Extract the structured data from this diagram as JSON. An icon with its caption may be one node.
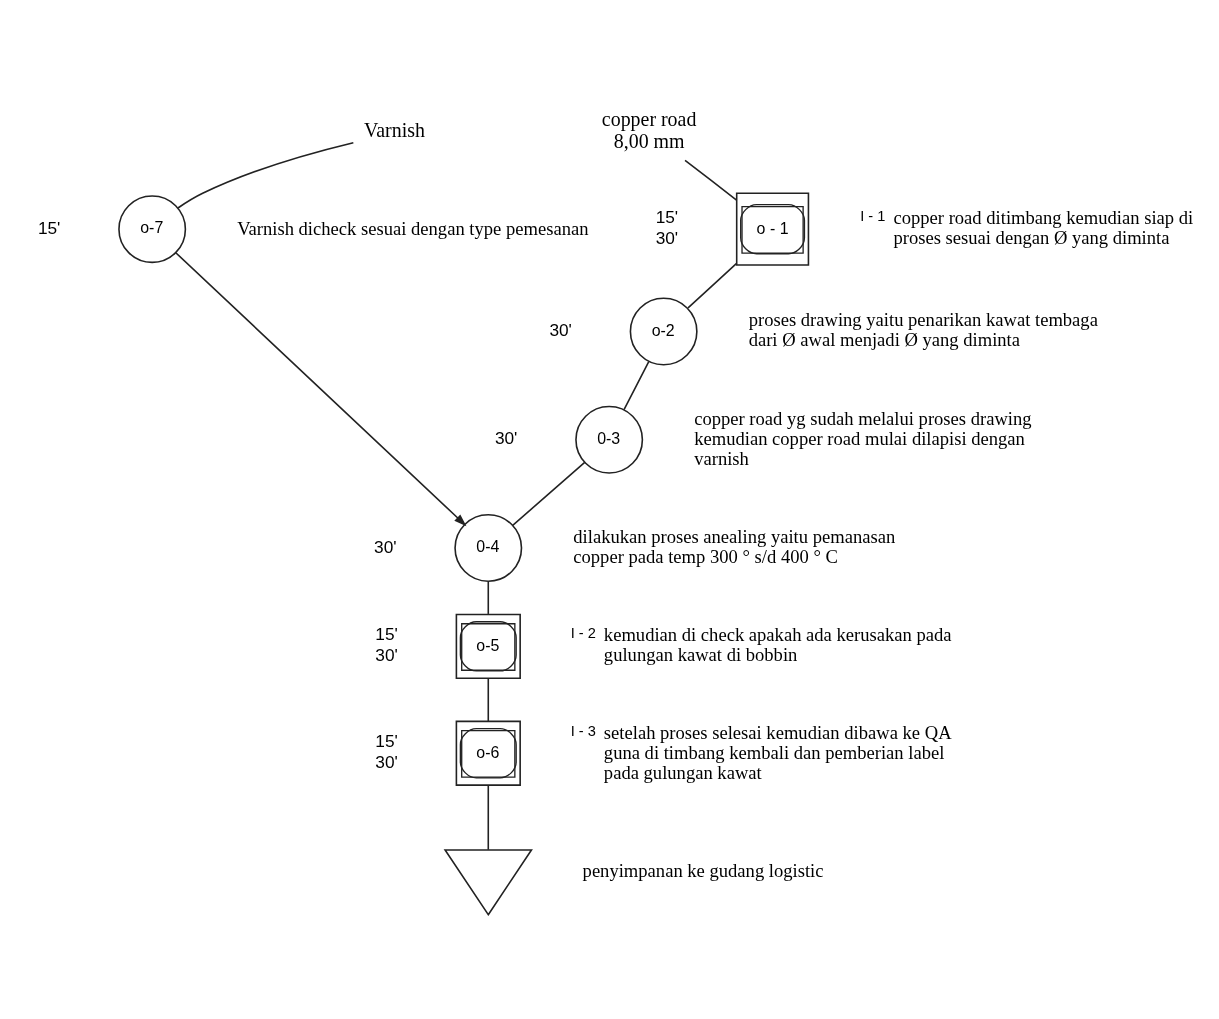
{
  "diagram": {
    "nodes": [
      {
        "text": [
          "Varnish"
        ]
      },
      {
        "text": [
          "copper road",
          "8,00 mm"
        ]
      },
      {
        "text": [
          "o-7"
        ],
        "beside": [
          "15'",
          "Varnish dicheck sesuai dengan type pemesanan"
        ]
      },
      {
        "text": [
          "o - 1"
        ],
        "beside": [
          "15'",
          "30'",
          "I - 1",
          "copper road ditimbang kemudian siap di proses sesuai dengan Ø yang diminta"
        ]
      },
      {
        "text": [
          "o-2"
        ],
        "beside": [
          "30'",
          "proses drawing yaitu penarikan kawat tembaga dari Ø awal menjadi Ø yang diminta"
        ]
      },
      {
        "text": [
          "0-3"
        ],
        "beside": [
          "30'",
          "copper road yg sudah melalui proses drawing kemudian copper road mulai dilapisi dengan varnish"
        ]
      },
      {
        "text": [
          "0-4"
        ],
        "beside": [
          "30'",
          "dilakukan proses anealing yaitu pemanasan copper pada temp 300 ° s/d 400 ° C"
        ]
      },
      {
        "text": [
          "o-5"
        ],
        "beside": [
          "15'",
          "30'",
          "I - 2",
          "kemudian di check apakah ada kerusakan pada gulungan kawat di bobbin"
        ]
      },
      {
        "text": [
          "o-6"
        ],
        "beside": [
          "15'",
          "30'",
          "I - 3",
          "setelah proses selesai kemudian dibawa ke QA guna di timbang kembali dan pemberian label pada gulungan kawat"
        ]
      },
      {
        "text": [],
        "shape": "triangle",
        "beside": [
          "penyimpanan ke gudang logistic"
        ]
      }
    ],
    "edges": [
      {
        "from": 0,
        "to": 2,
        "arrow": "none"
      },
      {
        "from": 1,
        "to": 3,
        "arrow": "none"
      },
      {
        "from": 3,
        "to": 4,
        "arrow": "none"
      },
      {
        "from": 4,
        "to": 5,
        "arrow": "none"
      },
      {
        "from": 5,
        "to": 6,
        "arrow": "none"
      },
      {
        "from": 2,
        "to": 6,
        "arrow": "to"
      },
      {
        "from": 6,
        "to": 7,
        "arrow": "none"
      },
      {
        "from": 7,
        "to": 8,
        "arrow": "none"
      },
      {
        "from": 8,
        "to": 9,
        "arrow": "none"
      }
    ]
  }
}
